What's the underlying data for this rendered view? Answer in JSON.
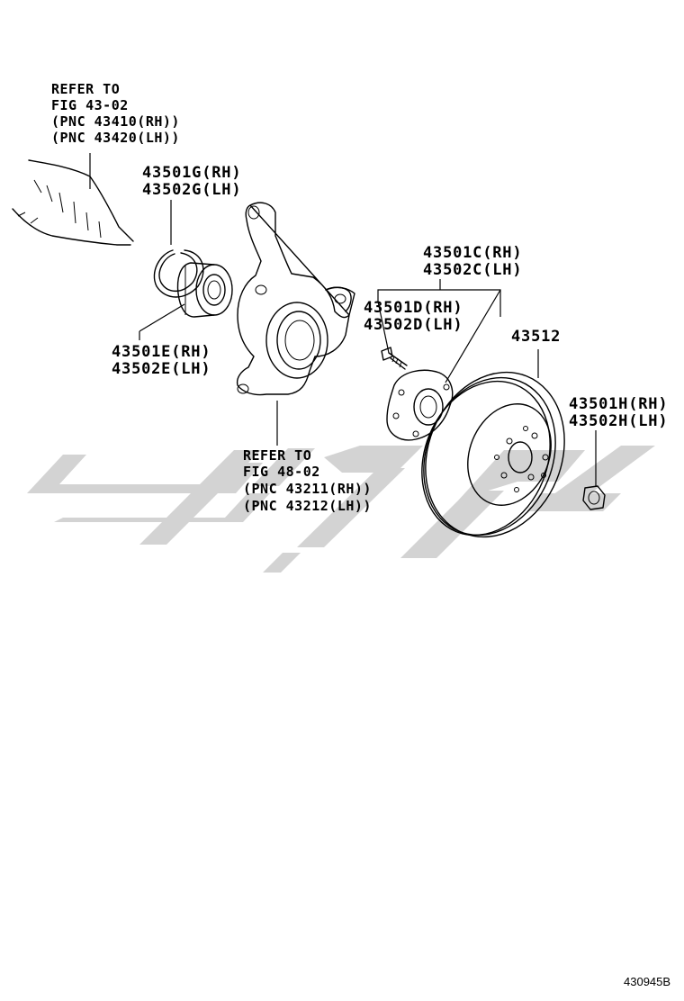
{
  "labels": {
    "ref_upper_1": "REFER TO",
    "ref_upper_2": "FIG 43-02",
    "ref_upper_3": "(PNC 43410(RH))",
    "ref_upper_4": "(PNC 43420(LH))",
    "g_rh": "43501G(RH)",
    "g_lh": "43502G(LH)",
    "e_rh": "43501E(RH)",
    "e_lh": "43502E(LH)",
    "ref_lower_1": "REFER TO",
    "ref_lower_2": "FIG 48-02",
    "ref_lower_3": "(PNC 43211(RH))",
    "ref_lower_4": "(PNC 43212(LH))",
    "c_rh": "43501C(RH)",
    "c_lh": "43502C(LH)",
    "d_rh": "43501D(RH)",
    "d_lh": "43502D(LH)",
    "disc": "43512",
    "h_rh": "43501H(RH)",
    "h_lh": "43502H(LH)"
  },
  "illustration_id": "430945B",
  "colors": {
    "line": "#000000",
    "watermark": "#d3d3d3",
    "background": "#ffffff"
  }
}
